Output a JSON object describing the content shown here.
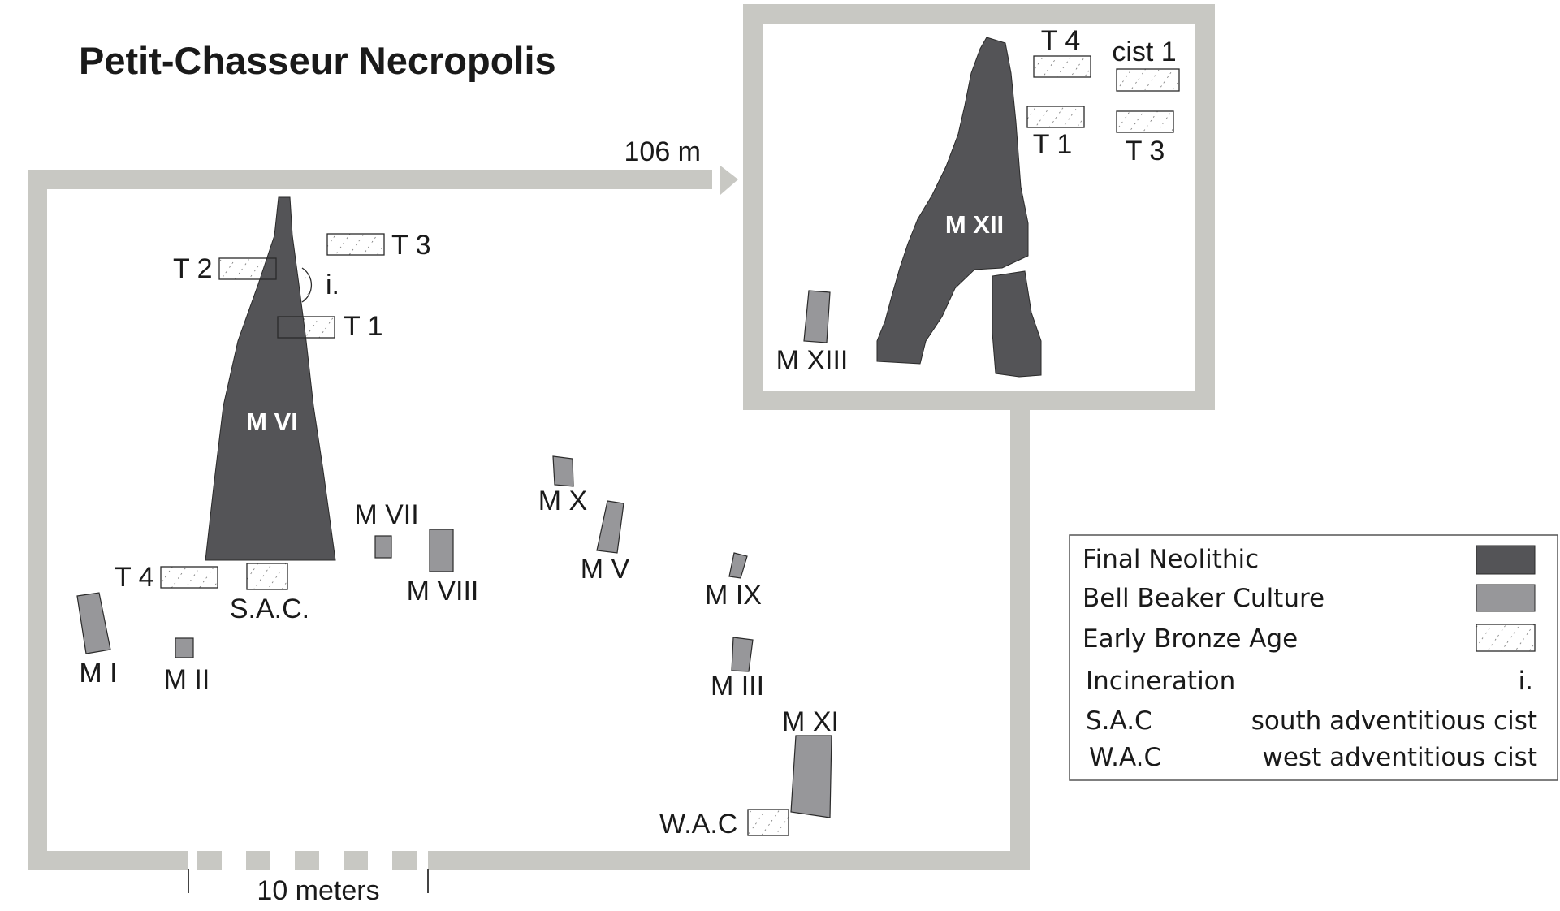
{
  "title": "Petit-Chasseur Necropolis",
  "distance_label": "106 m",
  "scale_label": "10 meters",
  "colors": {
    "frame": "#c8c8c3",
    "final_neolithic": "#545457",
    "bell_beaker": "#97979a",
    "outline": "#2a2a2a"
  },
  "main_site": {
    "monuments": {
      "m6": "M VI",
      "m7": "M VII",
      "m8": "M VIII",
      "m10": "M X",
      "m5": "M V",
      "m9": "M IX",
      "m3": "M III",
      "m11": "M XI",
      "m1": "M I",
      "m2": "M II"
    },
    "cists": {
      "t1": "T 1",
      "t2": "T 2",
      "t3": "T 3",
      "t4": "T 4",
      "sac": "S.A.C.",
      "wac": "W.A.C"
    },
    "incineration": "i."
  },
  "inset": {
    "monuments": {
      "m12": "M XII",
      "m13": "M XIII"
    },
    "cists": {
      "t4": "T 4",
      "cist1": "cist 1",
      "t1": "T 1",
      "t3": "T 3"
    }
  },
  "legend": {
    "items": [
      {
        "label": "Final Neolithic",
        "key": ""
      },
      {
        "label": "Bell Beaker Culture",
        "key": ""
      },
      {
        "label": "Early Bronze Age",
        "key": ""
      },
      {
        "label": "Incineration",
        "key": "i."
      },
      {
        "label": "S.A.C",
        "key": "south adventitious cist"
      },
      {
        "label": "W.A.C",
        "key": "west adventitious cist"
      }
    ]
  }
}
